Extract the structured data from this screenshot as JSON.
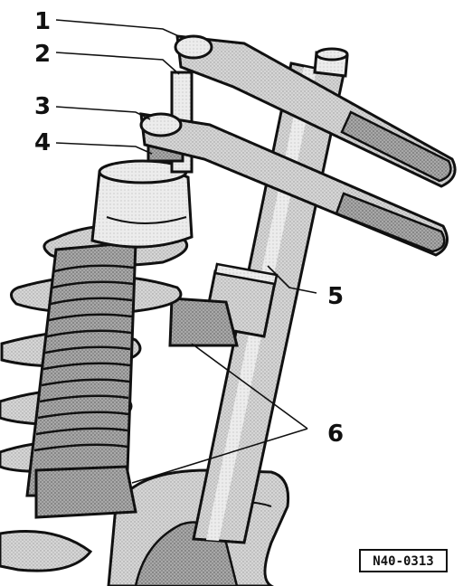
{
  "callouts": [
    {
      "id": "1",
      "label": "1"
    },
    {
      "id": "2",
      "label": "2"
    },
    {
      "id": "3",
      "label": "3"
    },
    {
      "id": "4",
      "label": "4"
    },
    {
      "id": "5",
      "label": "5"
    },
    {
      "id": "6",
      "label": "6"
    }
  ],
  "reference_code": "N40-0313",
  "colors": {
    "ink": "#111111",
    "paper": "#ffffff",
    "shade_light": "#d9d9d9",
    "shade_mid": "#b3b3b3",
    "shade_dark": "#8c8c8c"
  }
}
